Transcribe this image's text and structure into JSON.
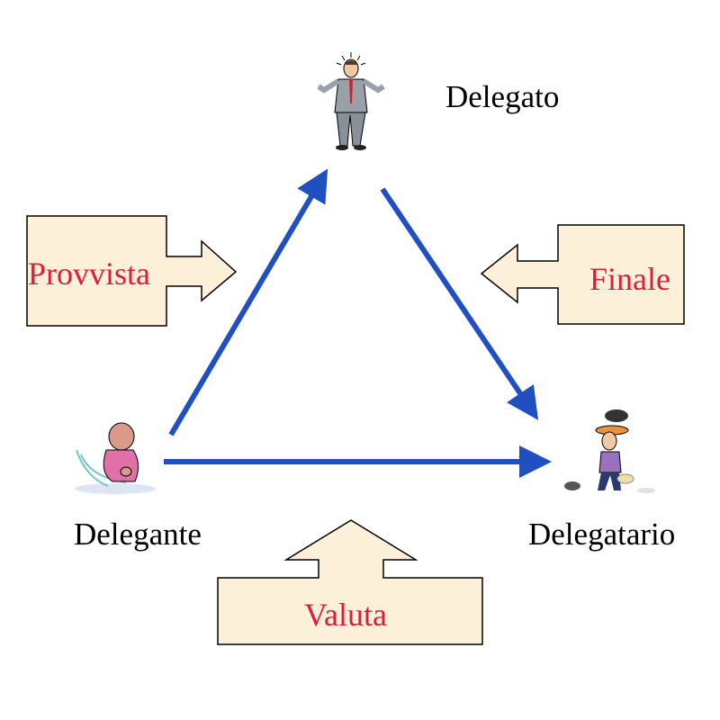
{
  "nodes": {
    "delegato": "Delegato",
    "delegante": "Delegante",
    "delegatario": "Delegatario"
  },
  "relations": {
    "provvista": "Provvista",
    "finale": "Finale",
    "valuta": "Valuta"
  },
  "colors": {
    "arrow": "#1f4fc0",
    "callout_fill": "#fcf0d9",
    "callout_text": "#dc1e3c"
  }
}
